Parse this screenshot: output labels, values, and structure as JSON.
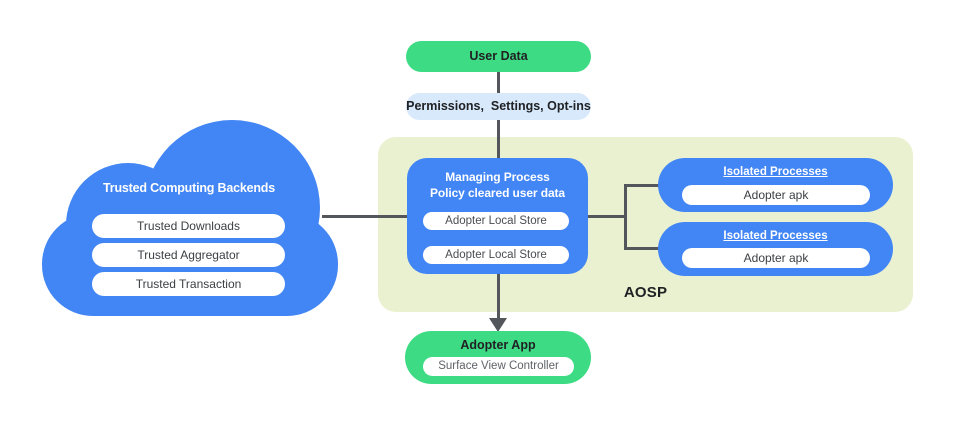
{
  "diagram": {
    "cloud": {
      "title": "Trusted Computing Backends",
      "items": [
        "Trusted Downloads",
        "Trusted Aggregator",
        "Trusted Transaction"
      ]
    },
    "user_data": {
      "label": "User Data"
    },
    "permissions": {
      "label": "Permissions,  Settings, Opt-ins"
    },
    "aosp": {
      "label": "AOSP",
      "managing_process": {
        "title_line1": "Managing Process",
        "title_line2": "Policy cleared user data",
        "stores": [
          "Adopter Local Store",
          "Adopter Local Store"
        ]
      },
      "isolated_processes": [
        {
          "title": "Isolated Processes",
          "item": "Adopter apk"
        },
        {
          "title": "Isolated Processes",
          "item": "Adopter apk"
        }
      ]
    },
    "adopter_app": {
      "title": "Adopter App",
      "item": "Surface View Controller"
    }
  },
  "colors": {
    "node_blue": "#4285F4",
    "node_green": "#3DDC84",
    "permissions_light_blue": "#D7E9FB",
    "aosp_background": "#EAF1D0",
    "connector_line": "#53575C",
    "text_dark": "#202124",
    "text_gray": "#5F6368",
    "pill_white": "#FFFFFF"
  }
}
